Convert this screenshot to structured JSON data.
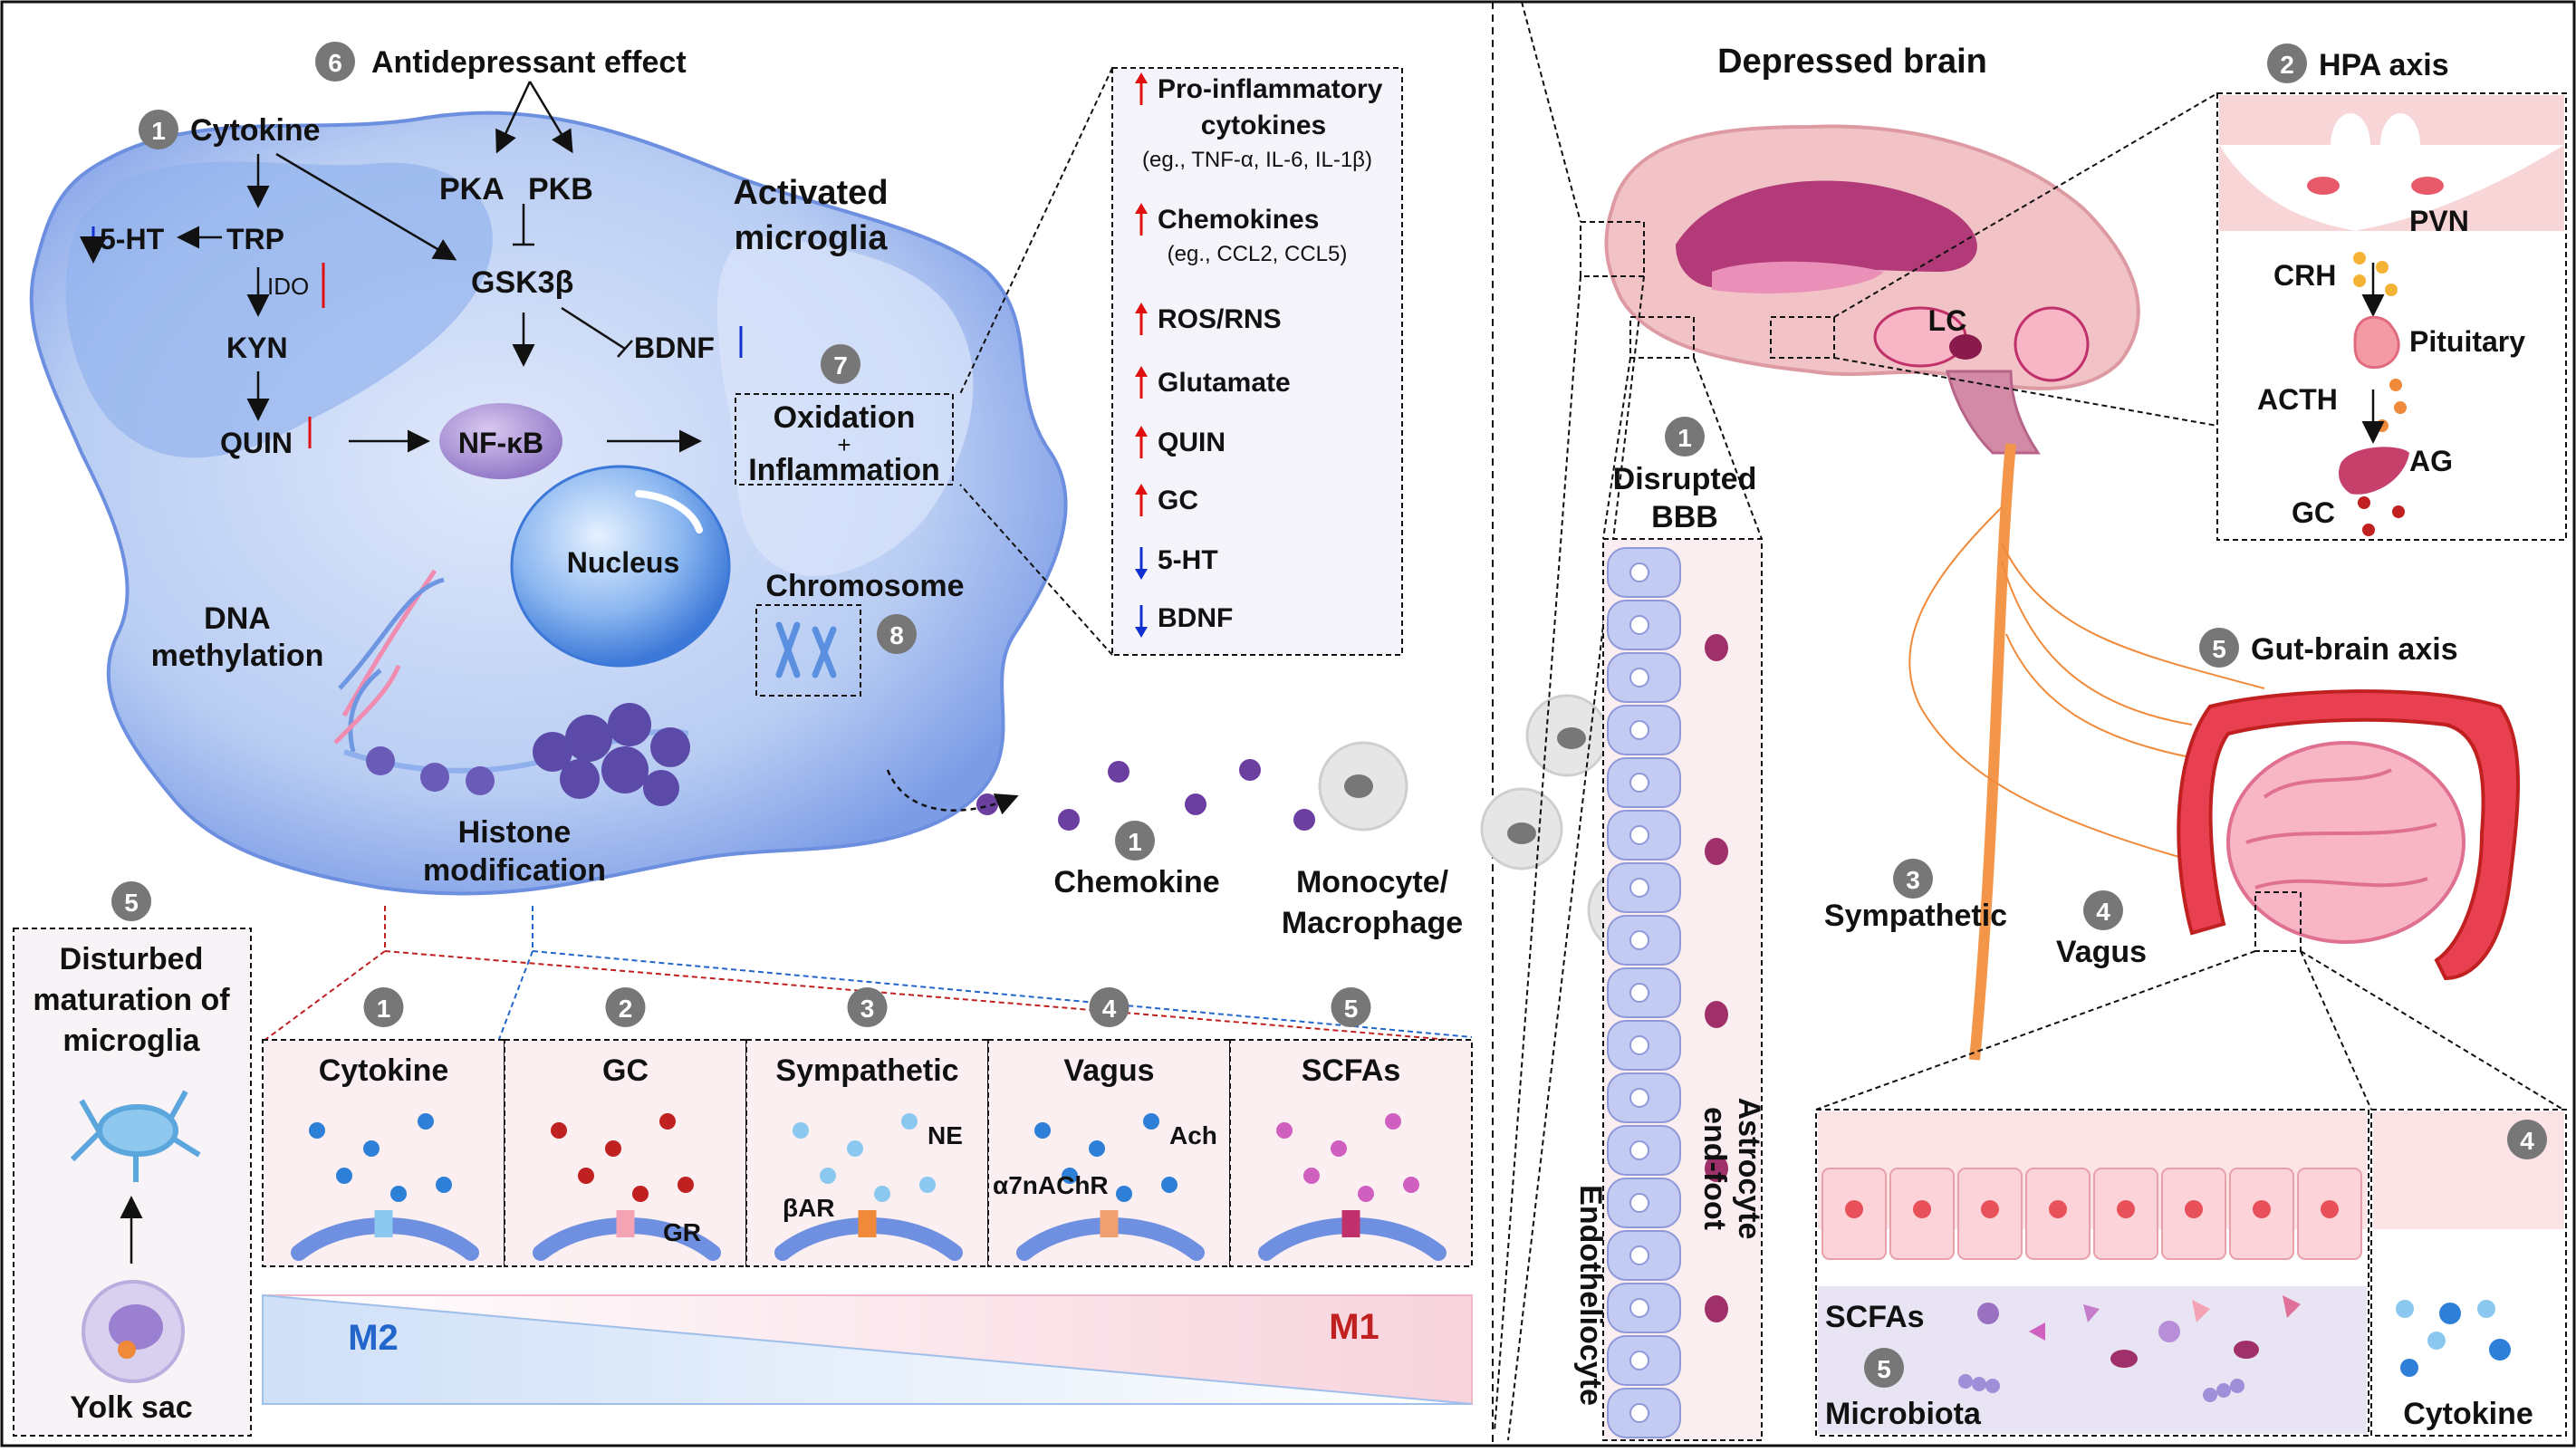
{
  "title": "Depressed brain",
  "badges": {
    "b1": "1",
    "b2": "2",
    "b3": "3",
    "b4": "4",
    "b5": "5",
    "b6": "6",
    "b7": "7",
    "b8": "8"
  },
  "microglia": {
    "activated": [
      "Activated",
      "microglia"
    ],
    "antidepressant": "Antidepressant effect",
    "cytokine": "Cytokine",
    "ht5": "5-HT",
    "trp": "TRP",
    "ido": "IDO",
    "kyn": "KYN",
    "quin": "QUIN",
    "pka": "PKA",
    "pkb": "PKB",
    "gsk": "GSK3β",
    "bdnf": "BDNF",
    "nfkb": "NF-κB",
    "oxidation": "Oxidation",
    "plus": "+",
    "inflammation": "Inflammation",
    "nucleus": "Nucleus",
    "chromosome": "Chromosome",
    "dna": [
      "DNA",
      "methylation"
    ],
    "histone": [
      "Histone",
      "modification"
    ]
  },
  "list_box": {
    "items": [
      {
        "dir": "up",
        "lines": [
          "Pro-inflammatory",
          "cytokines"
        ],
        "sub": "(eg., TNF-α, IL-6, IL-1β)"
      },
      {
        "dir": "up",
        "lines": [
          "Chemokines"
        ],
        "sub": "(eg., CCL2, CCL5)"
      },
      {
        "dir": "up",
        "lines": [
          "ROS/RNS"
        ],
        "sub": ""
      },
      {
        "dir": "up",
        "lines": [
          "Glutamate"
        ],
        "sub": ""
      },
      {
        "dir": "up",
        "lines": [
          "QUIN"
        ],
        "sub": ""
      },
      {
        "dir": "up",
        "lines": [
          "GC"
        ],
        "sub": ""
      },
      {
        "dir": "down",
        "lines": [
          "5-HT"
        ],
        "sub": ""
      },
      {
        "dir": "down",
        "lines": [
          "BDNF"
        ],
        "sub": ""
      }
    ]
  },
  "migration": {
    "chemokine": "Chemokine",
    "monocyte": [
      "Monocyte/",
      "Macrophage"
    ]
  },
  "bbb": {
    "title": [
      "Disrupted",
      "BBB"
    ],
    "astro": [
      "Astrocyte",
      "end-foot"
    ],
    "endo": "Endotheliocyte"
  },
  "brain": {
    "lc": "LC"
  },
  "hpa": {
    "title": "HPA axis",
    "pvn": "PVN",
    "crh": "CRH",
    "pituitary": "Pituitary",
    "acth": "ACTH",
    "ag": "AG",
    "gc": "GC"
  },
  "gut": {
    "title": "Gut-brain axis",
    "sympathetic": "Sympathetic",
    "vagus": "Vagus"
  },
  "yolk": {
    "lines": [
      "Disturbed",
      "maturation of",
      "microglia"
    ],
    "yolk": "Yolk sac"
  },
  "panels": [
    {
      "n": "1",
      "title": "Cytokine",
      "a": "",
      "b": ""
    },
    {
      "n": "2",
      "title": "GC",
      "a": "GR",
      "b": ""
    },
    {
      "n": "3",
      "title": "Sympathetic",
      "a": "NE",
      "b": "βAR"
    },
    {
      "n": "4",
      "title": "Vagus",
      "a": "Ach",
      "b": "α7nAChR"
    },
    {
      "n": "5",
      "title": "SCFAs",
      "a": "",
      "b": ""
    }
  ],
  "m": {
    "m2": "M2",
    "m1": "M1"
  },
  "gutbox": {
    "scfas": "SCFAs",
    "microbiota": "Microbiota",
    "cytokine": "Cytokine"
  },
  "colors": {
    "badge": "#777777",
    "up": "#e01010",
    "down": "#1030d0",
    "m2": "#2266cc",
    "m1": "#c0201f"
  }
}
